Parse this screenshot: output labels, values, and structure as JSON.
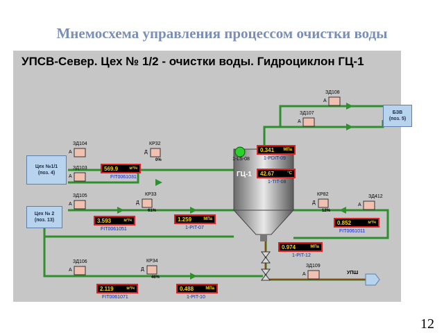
{
  "slide": {
    "title": "Мнемосхема управления процессом очистки воды",
    "page_number": "12"
  },
  "scada": {
    "title": "УПСВ-Север. Цех № 1/2 - очистки воды. Гидроциклон ГЦ-1",
    "tank_label": "ГЦ-1",
    "level_sensor": "1-LS-08",
    "sources": [
      {
        "name": "Цех №1/1",
        "pos": "(поз. 4)"
      },
      {
        "name": "Цех № 2",
        "pos": "(поз. 13)"
      }
    ],
    "bzv": {
      "name": "БЗВ",
      "pos": "(поз. 5)"
    },
    "outlet": "УПШ",
    "valves": {
      "zd104": "ЗД104",
      "zd103": "ЗД103",
      "zd105": "ЗД105",
      "zd106": "ЗД106",
      "zd107": "ЗД107",
      "zd108": "ЗД108",
      "zd109": "ЗД109",
      "zd412": "ЗД412",
      "kr32": "КР32",
      "kr33": "КР33",
      "kr34": "КР34",
      "kr82": "КР82",
      "mode_a": "А",
      "mode_d": "Д"
    },
    "valve_pct": {
      "kr32": "0%",
      "kr33": "61%",
      "kr34": "46%",
      "kr82": "12%"
    },
    "readings": {
      "fit1031": {
        "value": "569.9",
        "unit": "м³/ч",
        "tag": "FIT0061031"
      },
      "fit1051": {
        "value": "3.593",
        "unit": "м³/ч",
        "tag": "FIT0061051"
      },
      "fit1071": {
        "value": "2.119",
        "unit": "м³/ч",
        "tag": "FIT0061071"
      },
      "fit1011": {
        "value": "0.852",
        "unit": "м³/ч",
        "tag": "FIT0061011"
      },
      "pit07": {
        "value": "1.259",
        "unit": "МПа",
        "tag": "1-PIT-07"
      },
      "pit10": {
        "value": "0.488",
        "unit": "МПа",
        "tag": "1-PIT-10"
      },
      "pit12": {
        "value": "0.974",
        "unit": "МПа",
        "tag": "1-PIT-12"
      },
      "pdit": {
        "value": "0.341",
        "unit": "МПа",
        "tag": "1-PDIT-09"
      },
      "tit": {
        "value": "42.67",
        "unit": "°C",
        "tag": "1-TIT-08"
      }
    }
  },
  "colors": {
    "pipe": "#2f8f2f",
    "alarm_frame": "#e02020",
    "display_text": "#ffd000",
    "box_fill": "#b7d3ee"
  }
}
